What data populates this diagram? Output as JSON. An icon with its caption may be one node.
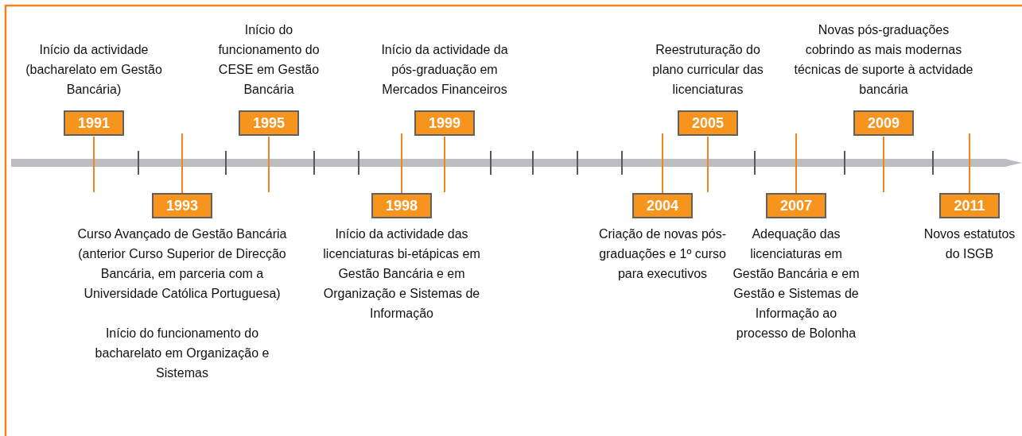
{
  "diagram": {
    "nodes": [
      {
        "text": [
          "1991"
        ],
        "beside": [
          "Início da actividade (bacharelato em Gestão Bancária)"
        ]
      },
      {
        "text": [
          "1993"
        ],
        "beside": [
          "Curso Avançado de Gestão Bancária (anterior Curso Superior de Direcção Bancária, em parceria com a Universidade Católica Portuguesa)",
          "Início do funcionamento do bacharelato em Organização e Sistemas"
        ]
      },
      {
        "text": [
          "1995"
        ],
        "beside": [
          "Início do funcionamento do CESE em Gestão Bancária"
        ]
      },
      {
        "text": [
          "1998"
        ],
        "beside": [
          "Início da actividade das licenciaturas bi-etápicas em Gestão Bancária e em Organização e Sistemas de Informação"
        ]
      },
      {
        "text": [
          "1999"
        ],
        "beside": [
          "Início da actividade da pós-graduação em Mercados Financeiros"
        ]
      },
      {
        "text": [
          "2004"
        ],
        "beside": [
          "Criação de novas pós-graduações e 1º curso para executivos"
        ]
      },
      {
        "text": [
          "2005"
        ],
        "beside": [
          "Reestruturação do plano curricular das licenciaturas"
        ]
      },
      {
        "text": [
          "2007"
        ],
        "beside": [
          "Adequação das licenciaturas em Gestão Bancária e em Gestão e Sistemas de Informação ao processo de Bolonha"
        ]
      },
      {
        "text": [
          "2009"
        ],
        "beside": [
          "Novas pós-graduações cobrindo as mais modernas técnicas de suporte à actvidade bancária"
        ]
      },
      {
        "text": [
          "2011"
        ],
        "beside": [
          "Novos estatutos do ISGB"
        ]
      }
    ]
  }
}
